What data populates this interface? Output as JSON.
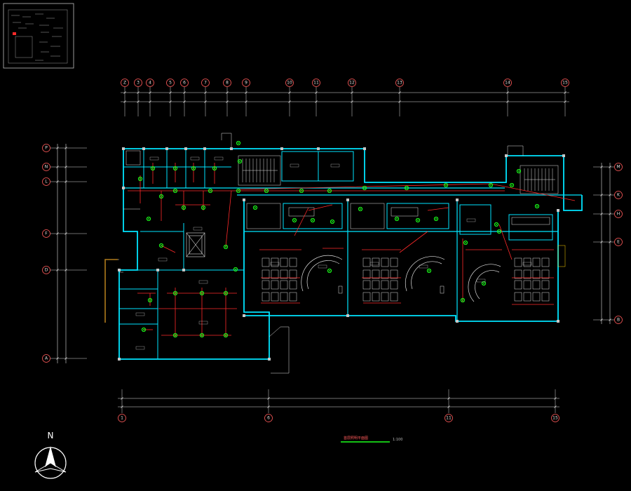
{
  "colors": {
    "background": "#000000",
    "wall": "#00e5ff",
    "grid_line": "#d9d9d9",
    "grid_bubble": "#ff5a5a",
    "dim_line": "#e0e0e0",
    "wiring": "#ff2a2a",
    "fixture": "#1aff1a",
    "structure": "#c8c8c8",
    "stair": "#e0e0e0",
    "scale_bar": "#1aff1a",
    "title_text": "#ff5a5a",
    "ramp": "#b07a1c"
  },
  "grid_top": [
    "Z",
    "3",
    "4",
    "5",
    "6",
    "7",
    "8",
    "9",
    "10",
    "11",
    "12",
    "13",
    "14",
    "15"
  ],
  "grid_bottom": [
    "1",
    "6",
    "11",
    "15"
  ],
  "grid_left": [
    "P",
    "N",
    "L",
    "F",
    "D",
    "A"
  ],
  "grid_right": [
    "M",
    "K",
    "H",
    "E",
    "B"
  ],
  "icons": {
    "north_arrow": "north-arrow-icon",
    "key_plan": "key-plan-thumbnail"
  },
  "north_label": "N",
  "drawing_title": "首层照明平面图",
  "drawing_scale": "1:100"
}
